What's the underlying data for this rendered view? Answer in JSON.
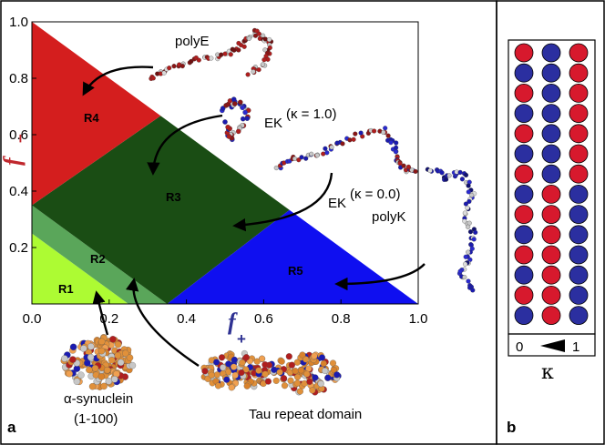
{
  "chart_data": {
    "type": "diagram",
    "xlabel": "f",
    "xlabel_sub": "+",
    "ylabel": "f",
    "ylabel_sub": "−",
    "xlim": [
      0.0,
      1.0
    ],
    "ylim": [
      0.0,
      1.0
    ],
    "xticks": [
      "0.0",
      "0.2",
      "0.4",
      "0.6",
      "0.8",
      "1.0"
    ],
    "yticks": [
      "0.2",
      "0.4",
      "0.6",
      "0.8",
      "1.0"
    ],
    "colors": {
      "R1": "#adfb33",
      "R2": "#5aa65a",
      "R3": "#1a4d14",
      "R4": "#d41e1e",
      "R5": "#0f0ff0",
      "label_red": "#c0272d",
      "label_blue": "#2e3192"
    },
    "regions": [
      {
        "name": "R1",
        "label": "R1",
        "polygon": [
          [
            0,
            0
          ],
          [
            0,
            0.25
          ],
          [
            0.25,
            0
          ]
        ]
      },
      {
        "name": "R2",
        "label": "R2",
        "polygon": [
          [
            0,
            0.25
          ],
          [
            0,
            0.35
          ],
          [
            0.35,
            0
          ],
          [
            0.25,
            0
          ]
        ]
      },
      {
        "name": "R3",
        "label": "R3",
        "polygon": [
          [
            0,
            0.35
          ],
          [
            0,
            0.35
          ],
          [
            0.3333,
            0.6667
          ],
          [
            0.6667,
            0.3333
          ],
          [
            0.35,
            0
          ]
        ]
      },
      {
        "name": "R4",
        "label": "R4",
        "polygon": [
          [
            0,
            0.35
          ],
          [
            0,
            1
          ],
          [
            0.3333,
            0.6667
          ]
        ]
      },
      {
        "name": "R5",
        "label": "R5",
        "polygon": [
          [
            0.35,
            0
          ],
          [
            0.6667,
            0.3333
          ],
          [
            1,
            0
          ]
        ]
      }
    ],
    "annotations": [
      {
        "name": "polyE",
        "text": "polyE"
      },
      {
        "name": "EK1",
        "text": "EK",
        "sup": "(κ = 1.0)"
      },
      {
        "name": "EK0",
        "text": "EK",
        "sup": "(κ = 0.0)"
      },
      {
        "name": "polyK",
        "text": "polyK"
      },
      {
        "name": "asyn",
        "text": "α-synuclein",
        "text2": "(1-100)"
      },
      {
        "name": "tau",
        "text": "Tau repeat domain"
      }
    ]
  },
  "panel_b": {
    "columns": [
      [
        "red",
        "blue",
        "red",
        "blue",
        "red",
        "blue",
        "red",
        "blue",
        "red",
        "blue",
        "red",
        "blue",
        "red",
        "blue"
      ],
      [
        "blue",
        "blue",
        "blue",
        "blue",
        "blue",
        "blue",
        "blue",
        "red",
        "red",
        "red",
        "red",
        "red",
        "red",
        "red"
      ],
      [
        "red",
        "red",
        "red",
        "red",
        "red",
        "red",
        "red",
        "blue",
        "blue",
        "blue",
        "blue",
        "blue",
        "blue",
        "blue"
      ]
    ],
    "colors": {
      "red": "#d7192d",
      "blue": "#2b2fa0"
    },
    "scale_left": "0",
    "scale_right": "1",
    "label": "κ"
  },
  "panel_labels": {
    "a": "a",
    "b": "b"
  }
}
